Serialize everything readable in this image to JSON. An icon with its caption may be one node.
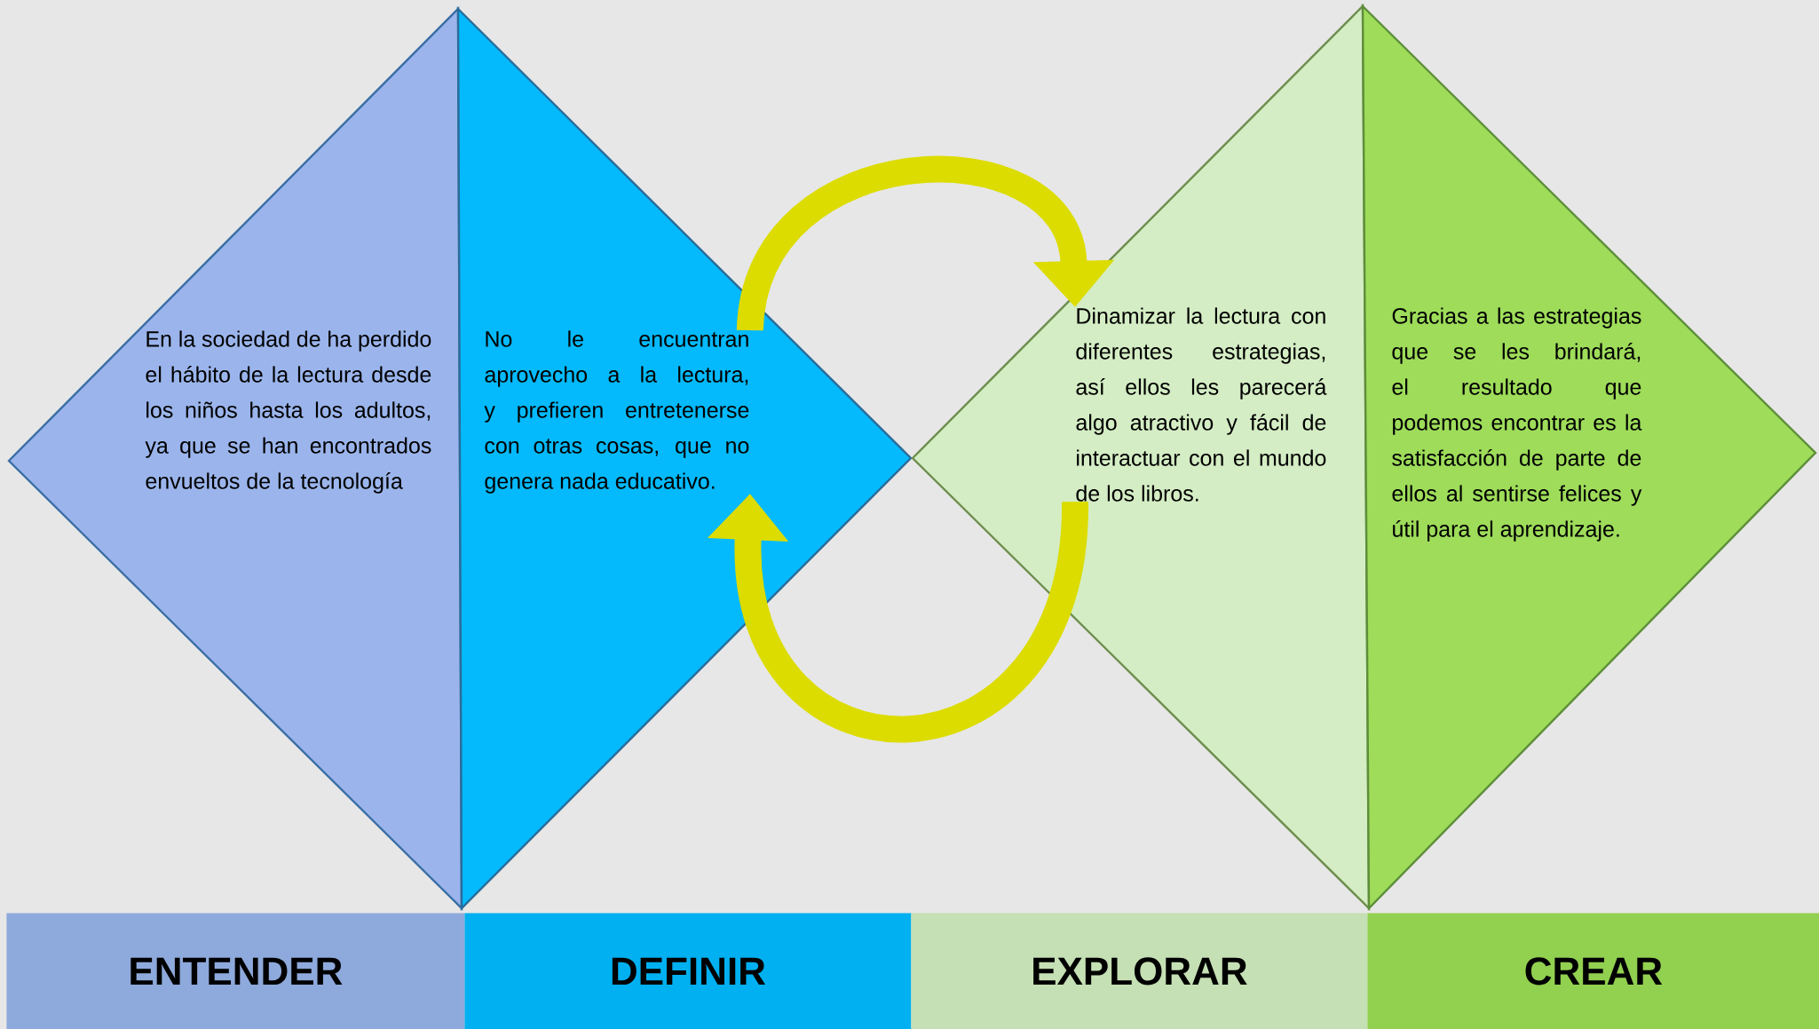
{
  "diagram": {
    "nodes": [
      {
        "text": [
          "En la sociedad de ha perdido el hábito de la lectura desde los niños hasta los adultos, ya que se han encontrados envueltos de la tecnología"
        ]
      },
      {
        "text": [
          "No le encuentran aprovecho a la lectura, y prefieren entretenerse con otras cosas, que no genera nada educativo."
        ]
      },
      {
        "text": [
          "Dinamizar la lectura con diferentes estrategias, así ellos les parecerá algo atractivo y fácil de interactuar con el mundo de los libros."
        ]
      },
      {
        "text": [
          "Gracias a las estrategias que se les brindará, el resultado que podemos encontrar es la satisfacción de parte de ellos al sentirse felices y útil para el aprendizaje."
        ]
      },
      {
        "text": [
          "ENTENDER"
        ]
      },
      {
        "text": [
          "DEFINIR"
        ]
      },
      {
        "text": [
          "EXPLORAR"
        ]
      },
      {
        "text": [
          "CREAR"
        ]
      }
    ],
    "edges": [
      {
        "from": 1,
        "to": 2,
        "arrow": "to"
      },
      {
        "from": 2,
        "to": 1,
        "arrow": "to"
      }
    ]
  }
}
